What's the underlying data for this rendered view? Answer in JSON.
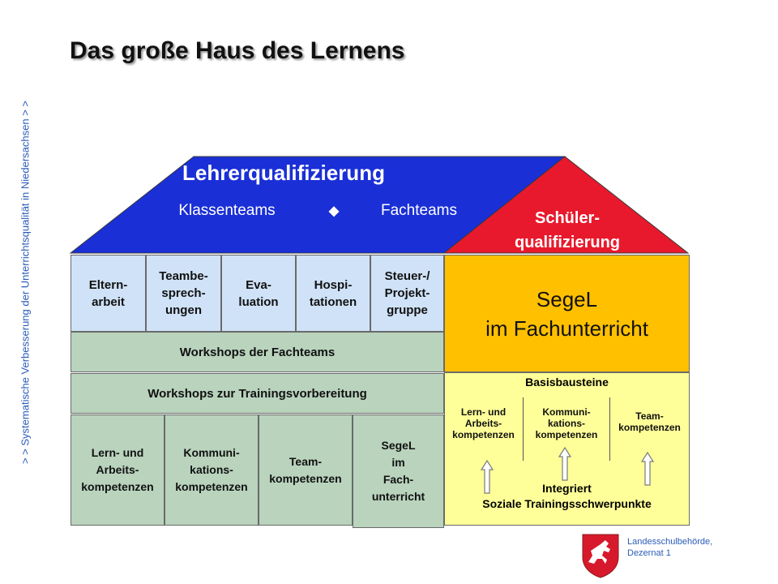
{
  "side_text": "> > Systematische Verbesserung der Unterrichtsqualität in Niedersachsen > >",
  "title": "Das große Haus des Lernens",
  "roof": {
    "left_title": "Lehrerqualifizierung",
    "left_sub_1": "Klassenteams",
    "diamond": "◆",
    "left_sub_2": "Fachteams",
    "right_line1": "Schüler-",
    "right_line2": "qualifizierung",
    "colors": {
      "blue": "#1a2fd6",
      "red": "#e8192c",
      "orange": "#ffc000"
    }
  },
  "pillars": [
    {
      "l1": "Eltern-",
      "l2": "arbeit",
      "l3": ""
    },
    {
      "l1": "Teambe-",
      "l2": "sprech-",
      "l3": "ungen"
    },
    {
      "l1": "Eva-",
      "l2": "luation",
      "l3": ""
    },
    {
      "l1": "Hospi-",
      "l2": "tationen",
      "l3": ""
    },
    {
      "l1": "Steuer-/",
      "l2": "Projekt-",
      "l3": "gruppe"
    }
  ],
  "segel_box": {
    "line1": "SegeL",
    "line2": "im Fachunterricht"
  },
  "band1": "Workshops der Fachteams",
  "band2": "Workshops zur Trainingsvorbereitung",
  "foundation": [
    {
      "l1": "Lern- und",
      "l2": "Arbeits-",
      "l3": "kompetenzen",
      "l4": ""
    },
    {
      "l1": "Kommuni-",
      "l2": "kations-",
      "l3": "kompetenzen",
      "l4": ""
    },
    {
      "l1": "Team-",
      "l2": "kompetenzen",
      "l3": "",
      "l4": ""
    },
    {
      "l1": "SegeL",
      "l2": "im",
      "l3": "Fach-",
      "l4": "unterricht"
    }
  ],
  "basis": {
    "title": "Basisbausteine",
    "columns": [
      {
        "l1": "Lern- und",
        "l2": "Arbeits-",
        "l3": "kompetenzen"
      },
      {
        "l1": "Kommuni-",
        "l2": "kations-",
        "l3": "kompetenzen"
      },
      {
        "l1": "Team-",
        "l2": "kompetenzen",
        "l3": ""
      }
    ],
    "integriert_1": "Integriert",
    "integriert_2": "Soziale Trainingsschwerpunkte"
  },
  "footer": {
    "line1": "Landesschulbehörde,",
    "line2": "Dezernat 1"
  }
}
